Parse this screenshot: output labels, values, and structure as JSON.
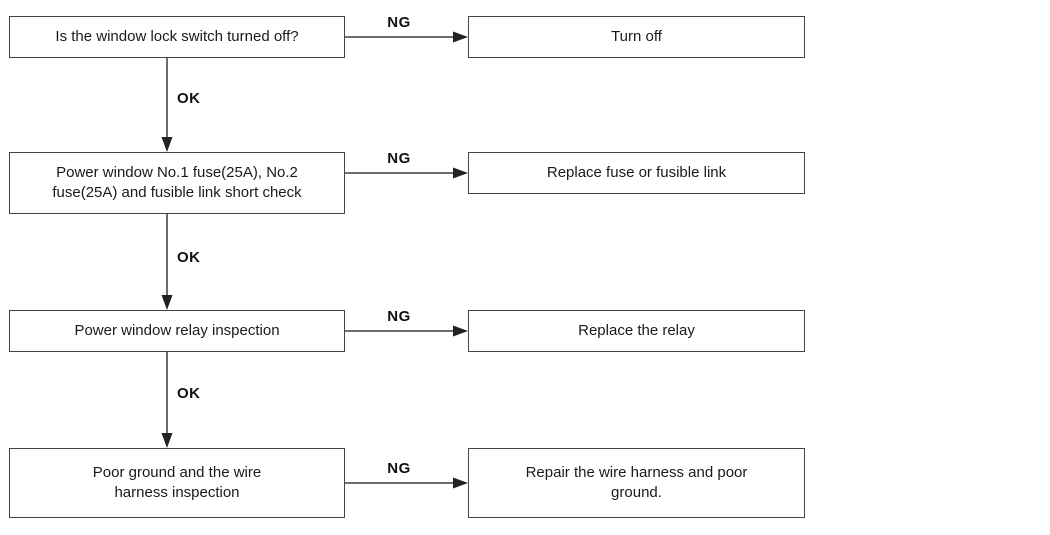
{
  "flowchart": {
    "steps": [
      {
        "check": "Is the window lock switch turned off?",
        "ng": "NG",
        "ok": "OK",
        "action": "Turn off"
      },
      {
        "check": "Power window No.1 fuse(25A), No.2\nfuse(25A) and fusible link short check",
        "ng": "NG",
        "ok": "OK",
        "action": "Replace fuse or fusible link"
      },
      {
        "check": "Power window relay inspection",
        "ng": "NG",
        "ok": "OK",
        "action": "Replace the relay"
      },
      {
        "check": "Poor ground and the wire\nharness inspection",
        "ng": "NG",
        "action": "Repair the wire harness and poor\nground."
      }
    ]
  },
  "colors": {
    "border": "#444444",
    "line": "#3d3d3d",
    "text": "#1a1a1a",
    "background": "#ffffff"
  }
}
